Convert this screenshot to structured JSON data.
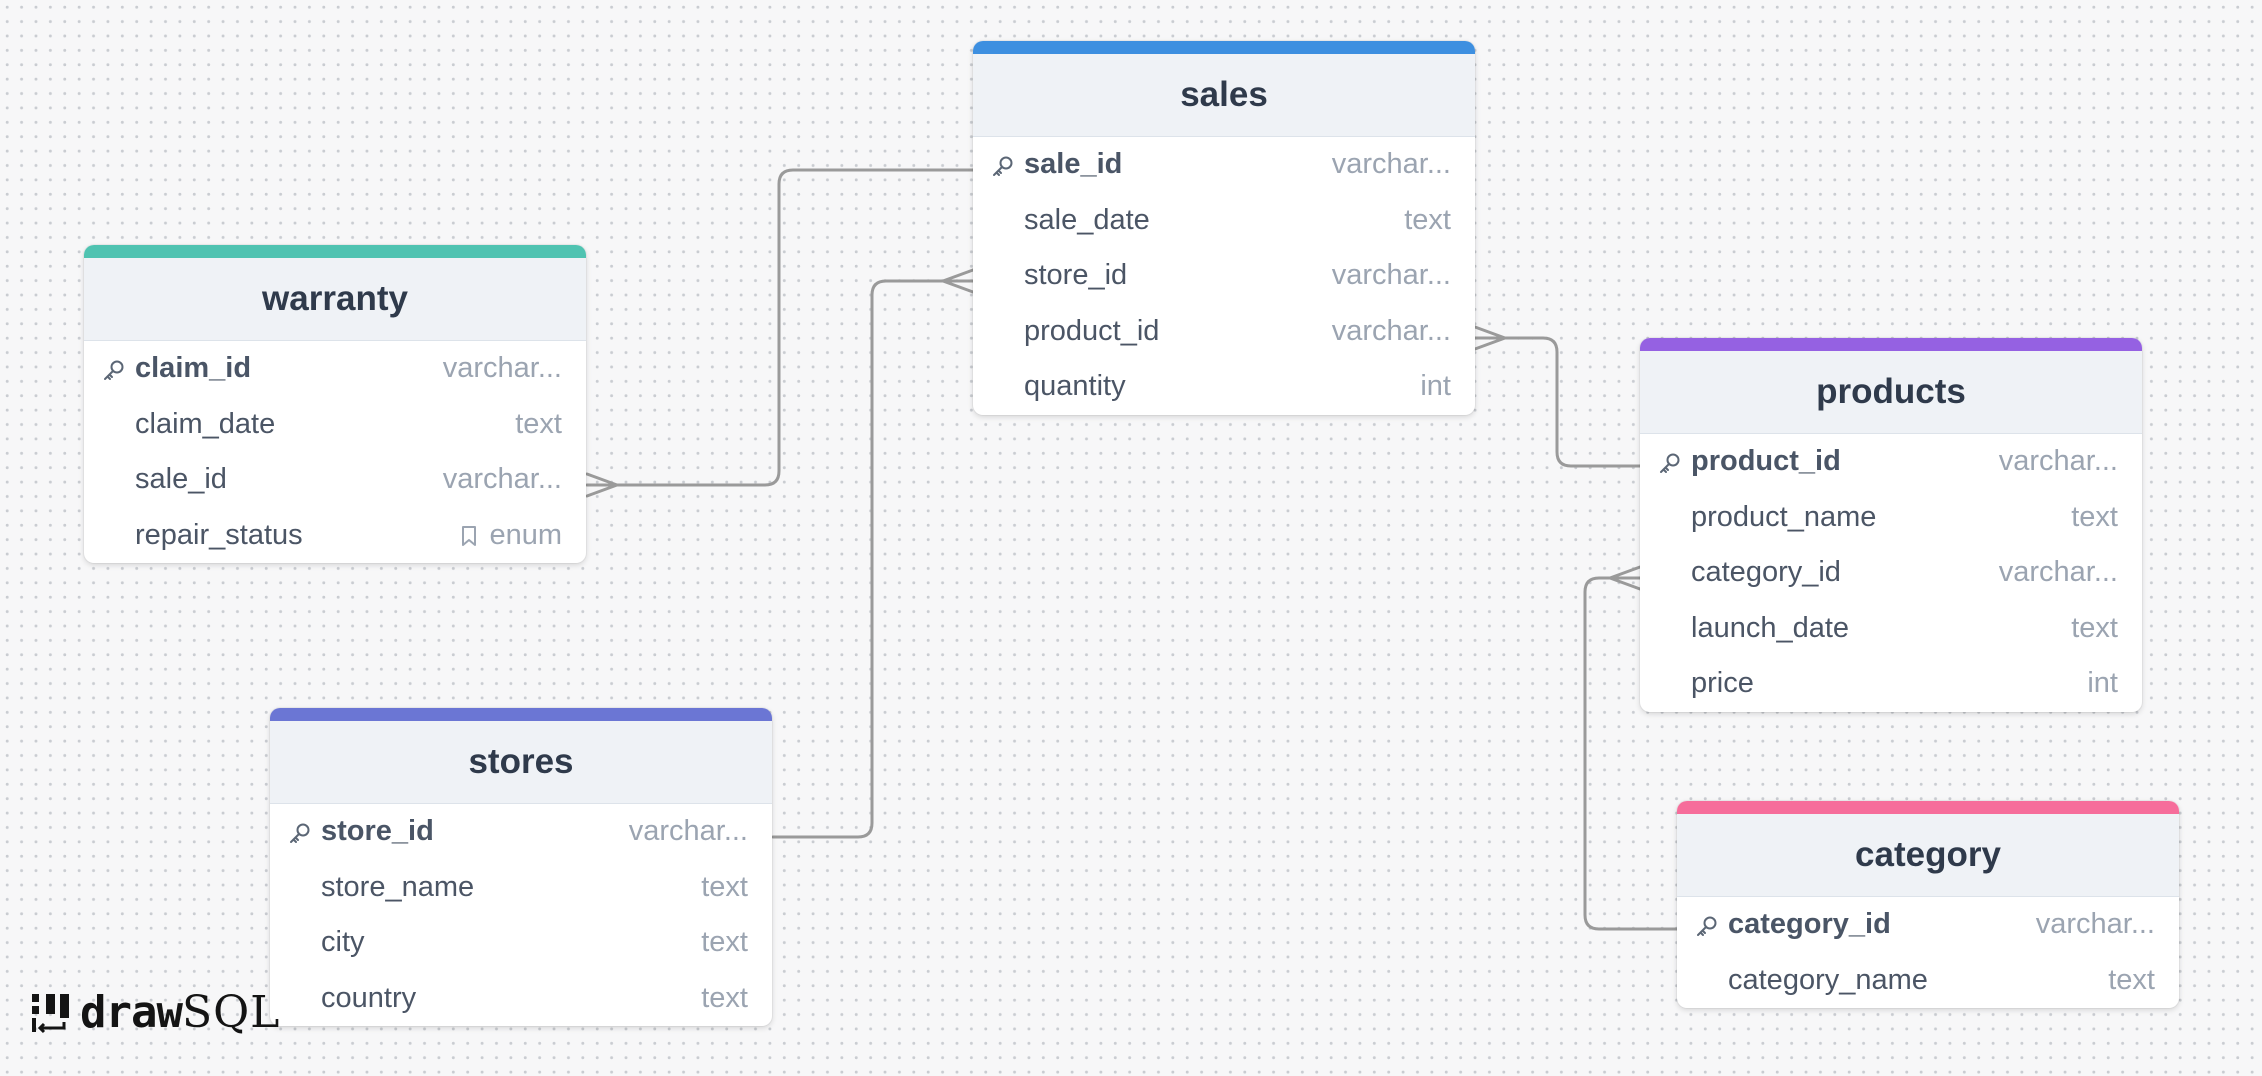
{
  "tables": [
    {
      "id": "warranty",
      "name": "warranty",
      "accent": "#4fc3b1",
      "columns": [
        {
          "name": "claim_id",
          "type": "varchar...",
          "pk": true
        },
        {
          "name": "claim_date",
          "type": "text"
        },
        {
          "name": "sale_id",
          "type": "varchar..."
        },
        {
          "name": "repair_status",
          "type": "enum",
          "type_icon": "bookmark-icon"
        }
      ]
    },
    {
      "id": "sales",
      "name": "sales",
      "accent": "#3d8fe0",
      "columns": [
        {
          "name": "sale_id",
          "type": "varchar...",
          "pk": true
        },
        {
          "name": "sale_date",
          "type": "text"
        },
        {
          "name": "store_id",
          "type": "varchar..."
        },
        {
          "name": "product_id",
          "type": "varchar..."
        },
        {
          "name": "quantity",
          "type": "int"
        }
      ]
    },
    {
      "id": "products",
      "name": "products",
      "accent": "#9561e2",
      "columns": [
        {
          "name": "product_id",
          "type": "varchar...",
          "pk": true
        },
        {
          "name": "product_name",
          "type": "text"
        },
        {
          "name": "category_id",
          "type": "varchar..."
        },
        {
          "name": "launch_date",
          "type": "text"
        },
        {
          "name": "price",
          "type": "int"
        }
      ]
    },
    {
      "id": "stores",
      "name": "stores",
      "accent": "#6b76d4",
      "columns": [
        {
          "name": "store_id",
          "type": "varchar...",
          "pk": true
        },
        {
          "name": "store_name",
          "type": "text"
        },
        {
          "name": "city",
          "type": "text"
        },
        {
          "name": "country",
          "type": "text"
        }
      ]
    },
    {
      "id": "category",
      "name": "category",
      "accent": "#f66d9b",
      "columns": [
        {
          "name": "category_id",
          "type": "varchar...",
          "pk": true
        },
        {
          "name": "category_name",
          "type": "text"
        }
      ]
    }
  ],
  "relationships": [
    {
      "from": "warranty.sale_id",
      "to": "sales.sale_id",
      "cardinality": "many-to-one"
    },
    {
      "from": "sales.store_id",
      "to": "stores.store_id",
      "cardinality": "many-to-one"
    },
    {
      "from": "sales.product_id",
      "to": "products.product_id",
      "cardinality": "many-to-one"
    },
    {
      "from": "products.category_id",
      "to": "category.category_id",
      "cardinality": "many-to-one"
    }
  ],
  "branding": {
    "logo_icon": "drawsql-logo-icon",
    "logo_bold": "draw",
    "logo_light": "SQL"
  },
  "colors": {
    "connector": "#9a9a9a",
    "header_bg": "#eff2f6",
    "canvas_bg": "#f7f7f8"
  }
}
